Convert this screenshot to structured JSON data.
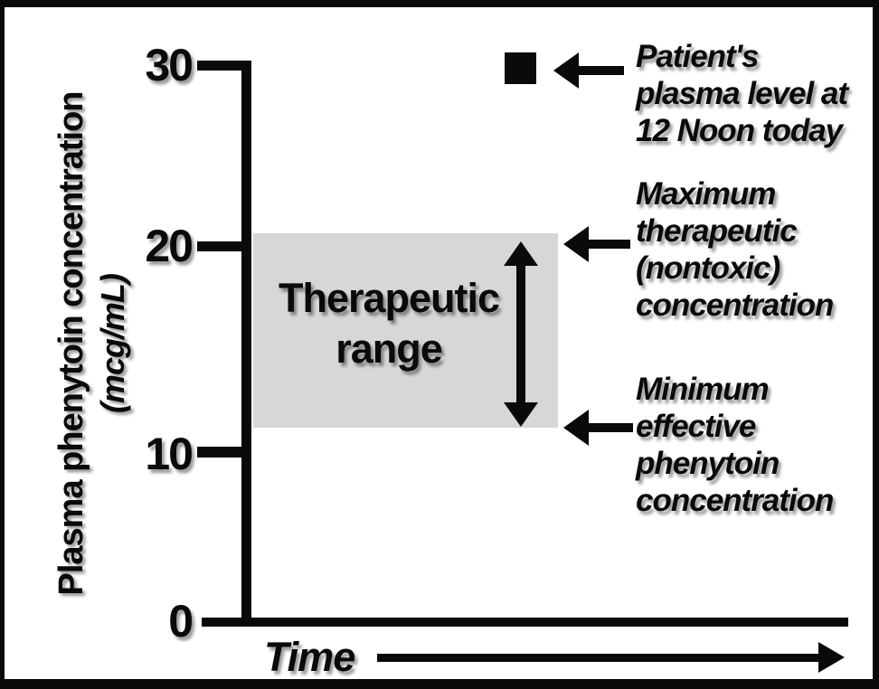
{
  "figure": {
    "y_axis": {
      "title": "Plasma phenytoin concentration",
      "unit": "(mcg/mL)",
      "ticks": [
        "30",
        "20",
        "10",
        "0"
      ]
    },
    "x_axis": {
      "label": "Time"
    },
    "range_box": {
      "line1": "Therapeutic",
      "line2": "range",
      "fill": "#d7d7d7"
    },
    "marker": {
      "shape": "filled-square",
      "color": "#0a0a0a"
    },
    "annotations": {
      "patient": {
        "lines": [
          "Patient's",
          "plasma level at",
          "12 Noon today"
        ]
      },
      "maximum": {
        "lines": [
          "Maximum",
          "therapeutic",
          "(nontoxic)",
          "concentration"
        ]
      },
      "minimum": {
        "lines": [
          "Minimum",
          "effective",
          "phenytoin",
          "concentration"
        ]
      }
    }
  },
  "chart_data": {
    "type": "scatter",
    "title": "",
    "xlabel": "Time",
    "ylabel": "Plasma phenytoin concentration (mcg/mL)",
    "ylim": [
      0,
      30
    ],
    "yticks": [
      0,
      10,
      20,
      30
    ],
    "grid": false,
    "legend": false,
    "series": [
      {
        "name": "Patient's plasma level at 12 Noon today",
        "points": [
          {
            "x": "12 Noon today",
            "y": 29.5
          }
        ]
      }
    ],
    "bands": [
      {
        "label": "Therapeutic range",
        "y_min": 11,
        "y_max": 20.5,
        "max_annotation": "Maximum therapeutic (nontoxic) concentration",
        "min_annotation": "Minimum effective phenytoin concentration"
      }
    ]
  }
}
